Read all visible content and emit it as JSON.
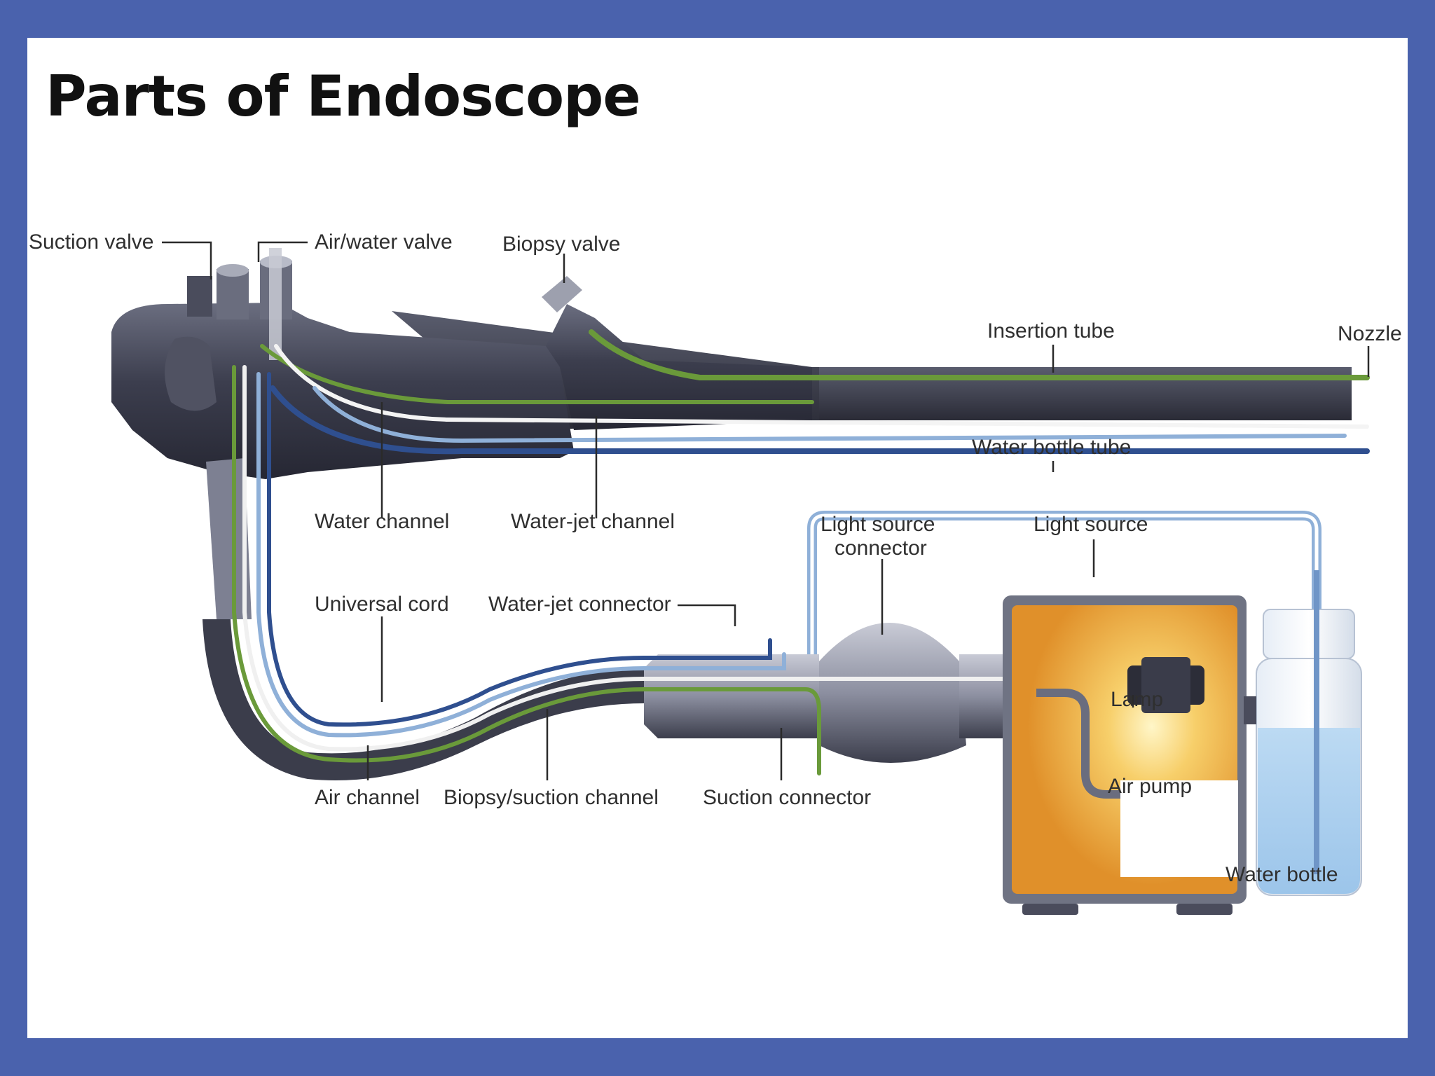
{
  "title": "Parts of Endoscope",
  "labels": {
    "suction_valve": "Suction valve",
    "air_water_valve": "Air/water valve",
    "biopsy_valve": "Biopsy valve",
    "insertion_tube": "Insertion tube",
    "nozzle": "Nozzle",
    "water_bottle_tube": "Water bottle tube",
    "water_channel": "Water channel",
    "water_jet_channel": "Water-jet channel",
    "light_source_connector_line1": "Light source",
    "light_source_connector_line2": "connector",
    "light_source": "Light source",
    "universal_cord": "Universal cord",
    "water_jet_connector": "Water-jet connector",
    "lamp": "Lamp",
    "air_pump": "Air pump",
    "air_channel": "Air channel",
    "biopsy_suction_channel": "Biopsy/suction channel",
    "suction_connector": "Suction connector",
    "water_bottle": "Water bottle"
  },
  "colors": {
    "background": "#4a62ad",
    "body_dark": "#3a3b4a",
    "green_channel": "#6a9a3a",
    "blue_channel": "#2f4f8f",
    "light_blue_channel": "#8fb0d8",
    "light_source_box": "#e3962e",
    "water": "#b9d8f2"
  }
}
